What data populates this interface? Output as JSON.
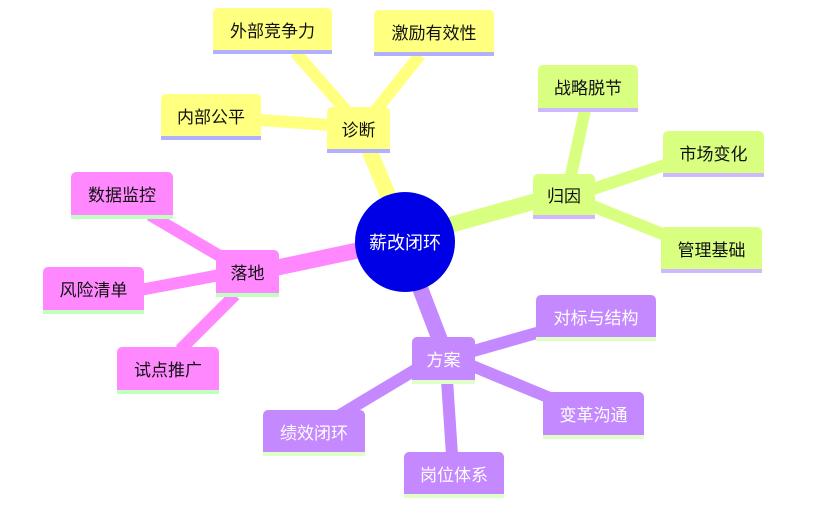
{
  "center": {
    "label": "薪改闭环",
    "color": "#0000e6"
  },
  "branches": {
    "diagnose": {
      "label": "诊断",
      "color": "#ffff80",
      "children": [
        "外部竞争力",
        "激励有效性",
        "内部公平"
      ]
    },
    "attribution": {
      "label": "归因",
      "color": "#d9ff80",
      "children": [
        "战略脱节",
        "市场变化",
        "管理基础"
      ]
    },
    "landing": {
      "label": "落地",
      "color": "#ff88ff",
      "children": [
        "数据监控",
        "风险清单",
        "试点推广"
      ]
    },
    "plan": {
      "label": "方案",
      "color": "#c488ff",
      "children": [
        "对标与结构",
        "变革沟通",
        "岗位体系",
        "绩效闭环"
      ]
    }
  }
}
